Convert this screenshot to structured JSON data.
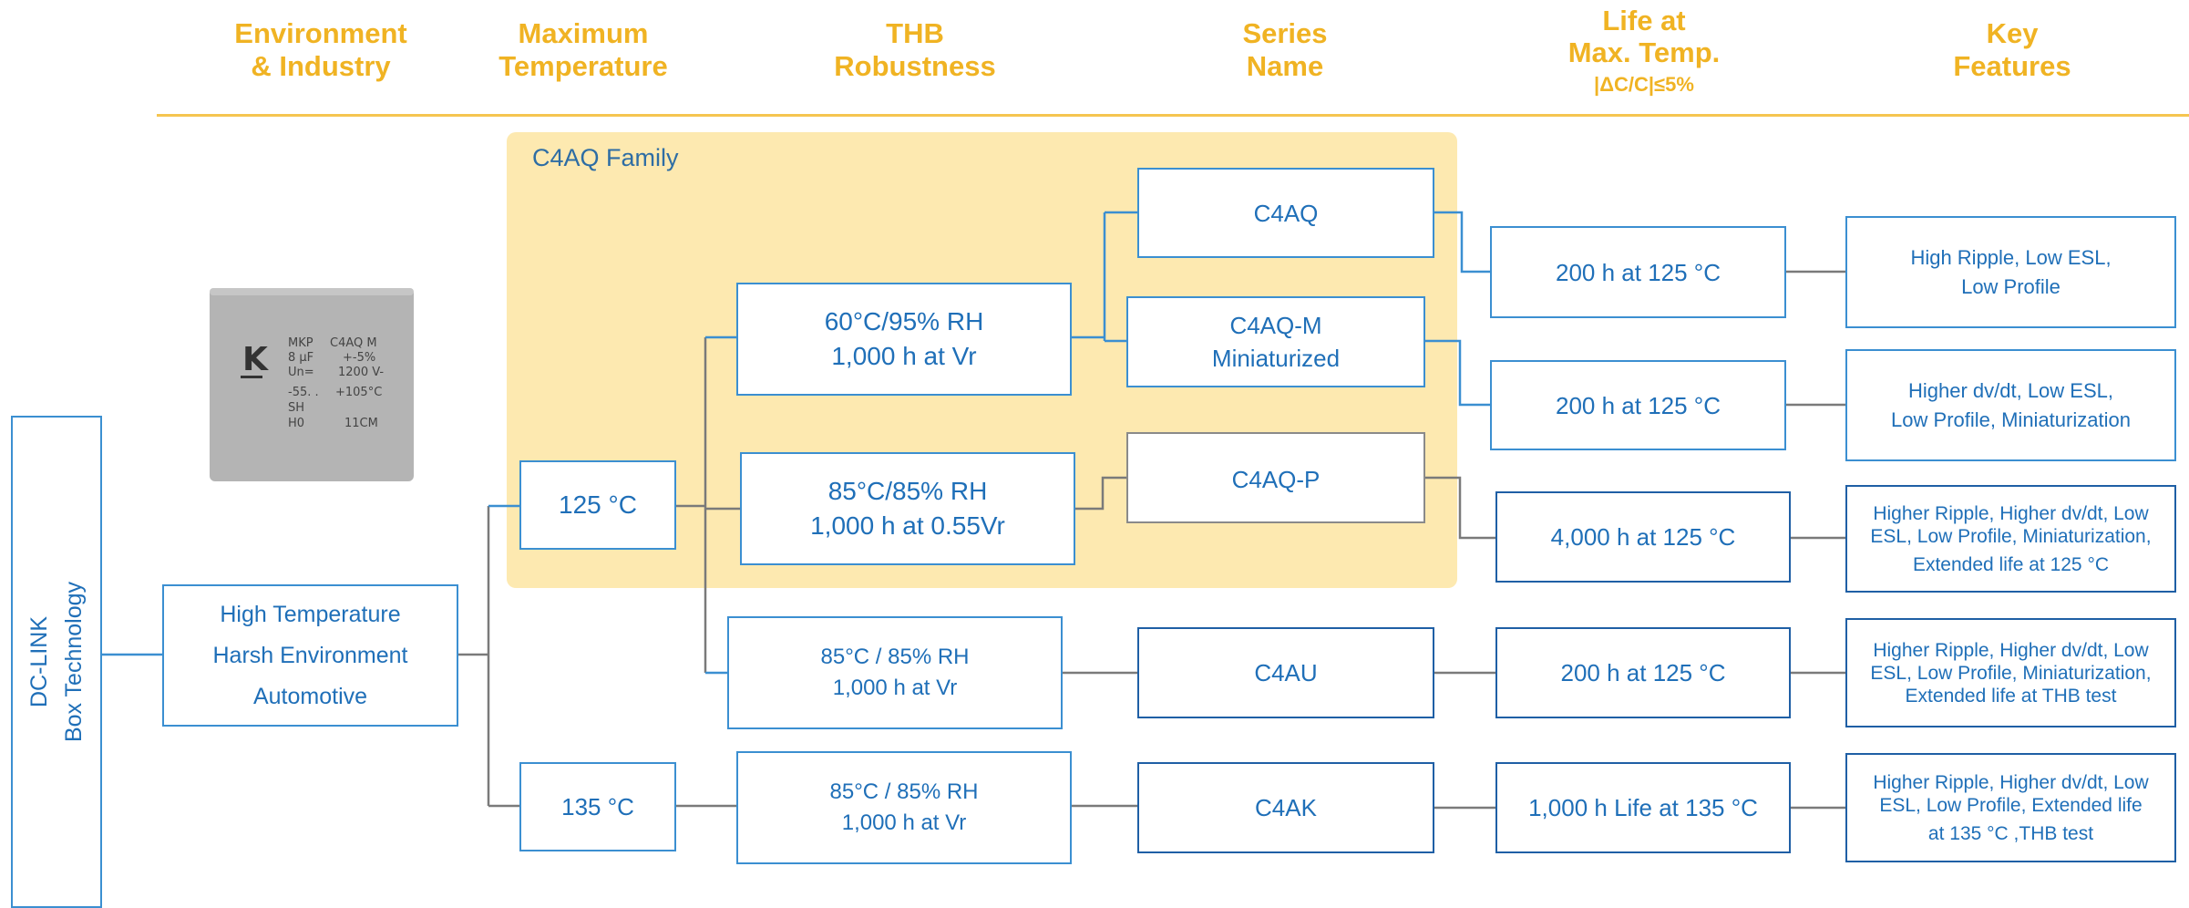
{
  "headers": [
    {
      "title": [
        "Environment",
        "& Industry"
      ]
    },
    {
      "title": [
        "Maximum",
        "Temperature"
      ]
    },
    {
      "title": [
        "THB",
        "Robustness"
      ]
    },
    {
      "title": [
        "Series",
        "Name"
      ]
    },
    {
      "title": [
        "Life at",
        "Max. Temp."
      ],
      "sub": "|ΔC/C|≤5%"
    },
    {
      "title": [
        "Key",
        "Features"
      ]
    }
  ],
  "technology": {
    "line1": "DC-LINK",
    "line2": "Box Technology"
  },
  "environment": {
    "line1": "High Temperature",
    "line2": "Harsh Environment",
    "line3": "Automotive"
  },
  "family_label": "C4AQ Family",
  "capacitor": {
    "logo": "K",
    "labels": [
      [
        "MKP",
        "C4AQ M"
      ],
      [
        "8 µF",
        "+-5%"
      ],
      [
        "Un=",
        "1200 V-"
      ],
      [
        "-55. .",
        "+105°C"
      ],
      [
        "SH",
        ""
      ],
      [
        "H0",
        "11CM"
      ]
    ]
  },
  "temps": {
    "t125": "125 °C",
    "t135": "135 °C"
  },
  "thb": {
    "a": {
      "line1": "60°C/95% RH",
      "line2": "1,000 h at Vr"
    },
    "b": {
      "line1": "85°C/85% RH",
      "line2": "1,000 h at 0.55Vr"
    },
    "c": {
      "line1": "85°C / 85% RH",
      "line2": "1,000 h at Vr"
    },
    "d": {
      "line1": "85°C / 85% RH",
      "line2": "1,000 h at Vr"
    }
  },
  "series": {
    "c4aq": "C4AQ",
    "c4aqm": {
      "line1": "C4AQ-M",
      "line2": "Miniaturized"
    },
    "c4aqp": "C4AQ-P",
    "c4au": "C4AU",
    "c4ak": "C4AK"
  },
  "life": {
    "l1": "200 h at 125 °C",
    "l2": "200 h at 125 °C",
    "l3": "4,000 h at 125 °C",
    "l4": "200 h at 125 °C",
    "l5": "1,000 h  Life at 135 °C"
  },
  "features": {
    "f1": {
      "line1": "High Ripple, Low ESL,",
      "line2": "Low Profile"
    },
    "f2": {
      "line1": "Higher dv/dt, Low ESL,",
      "line2": "Low Profile, Miniaturization"
    },
    "f3": {
      "line1": "Higher Ripple, Higher dv/dt, Low",
      "line2": "ESL, Low Profile, Miniaturization,",
      "line3": "Extended life  at 125 °C"
    },
    "f4": {
      "line1": "Higher Ripple, Higher dv/dt, Low",
      "line2": "ESL, Low Profile, Miniaturization,",
      "line3": "Extended life at THB test"
    },
    "f5": {
      "line1": "Higher Ripple, Higher dv/dt, Low",
      "line2": "ESL, Low Profile,  Extended life",
      "line3": "at 135 °C ,THB test"
    }
  },
  "colors": {
    "header": "#f0b323",
    "box_border": "#3b8fd1",
    "text": "#1f6fb8",
    "family_bg": "#fde9b0",
    "connector": "#7a7a7a"
  }
}
